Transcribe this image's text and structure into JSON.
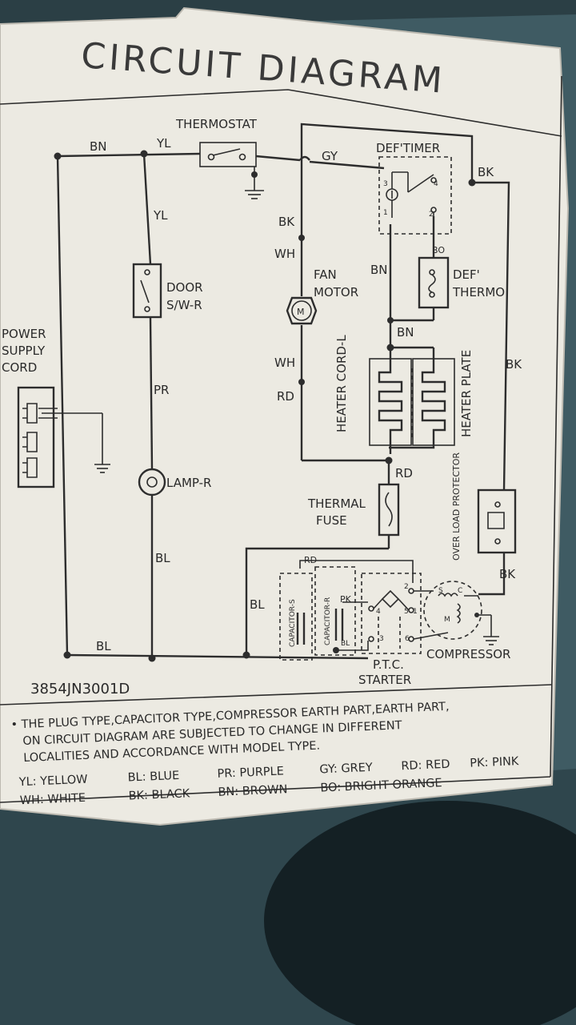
{
  "diagram": {
    "title": "CIRCUIT DIAGRAM",
    "part_number": "3854JN3001D",
    "components": {
      "thermostat": "THERMOSTAT",
      "def_timer": "DEF'TIMER",
      "def_thermo_1": "DEF'",
      "def_thermo_2": "THERMO",
      "door_switch_1": "DOOR",
      "door_switch_2": "S/W-R",
      "power_cord_1": "POWER",
      "power_cord_2": "SUPPLY",
      "power_cord_3": "CORD",
      "fan_motor_1": "FAN",
      "fan_motor_2": "MOTOR",
      "motor_symbol": "M",
      "heater_cord": "HEATER CORD-L",
      "heater_plate": "HEATER PLATE",
      "lamp": "LAMP-R",
      "thermal_fuse_1": "THERMAL",
      "thermal_fuse_2": "FUSE",
      "overload_protector": "OVER LOAD PROTECTOR",
      "capacitor_s": "CAPACITOR-S",
      "capacitor_r": "CAPACITOR-R",
      "ptc_starter_1": "P.T.C.",
      "ptc_starter_2": "STARTER",
      "compressor": "COMPRESSOR"
    },
    "wire_labels": {
      "bn_top": "BN",
      "yl_top": "YL",
      "gy": "GY",
      "bk_right": "BK",
      "yl_left": "YL",
      "bk_fan": "BK",
      "wh_fan_top": "WH",
      "bn_timer": "BN",
      "bo": "BO",
      "bn_heater": "BN",
      "wh_fan_bottom": "WH",
      "rd_fan": "RD",
      "bk_mid": "BK",
      "pr": "PR",
      "rd_heater": "RD",
      "bl_lamp": "BL",
      "rd_cap": "RD",
      "pk": "PK",
      "bl_bottom_left": "BL",
      "bl_cap": "BL",
      "bl_ptc": "BL",
      "bk_comp": "BK"
    },
    "pins": [
      "3",
      "1",
      "2",
      "4",
      "2",
      "5",
      "1",
      "4",
      "3",
      "6",
      "S",
      "C",
      "M"
    ],
    "notes": {
      "line1": "• THE PLUG TYPE,CAPACITOR TYPE,COMPRESSOR EARTH PART,EARTH PART,",
      "line2": "ON CIRCUIT DIAGRAM ARE SUBJECTED TO CHANGE IN DIFFERENT",
      "line3": "LOCALITIES AND ACCORDANCE WITH MODEL TYPE."
    },
    "legend": {
      "yl": "YL: YELLOW",
      "bl": "BL: BLUE",
      "pr": "PR: PURPLE",
      "gy": "GY: GREY",
      "rd": "RD: RED",
      "pk": "PK: PINK",
      "wh": "WH: WHITE",
      "bk": "BK: BLACK",
      "bn": "BN: BROWN",
      "bo": "BO: BRIGHT ORANGE"
    }
  }
}
